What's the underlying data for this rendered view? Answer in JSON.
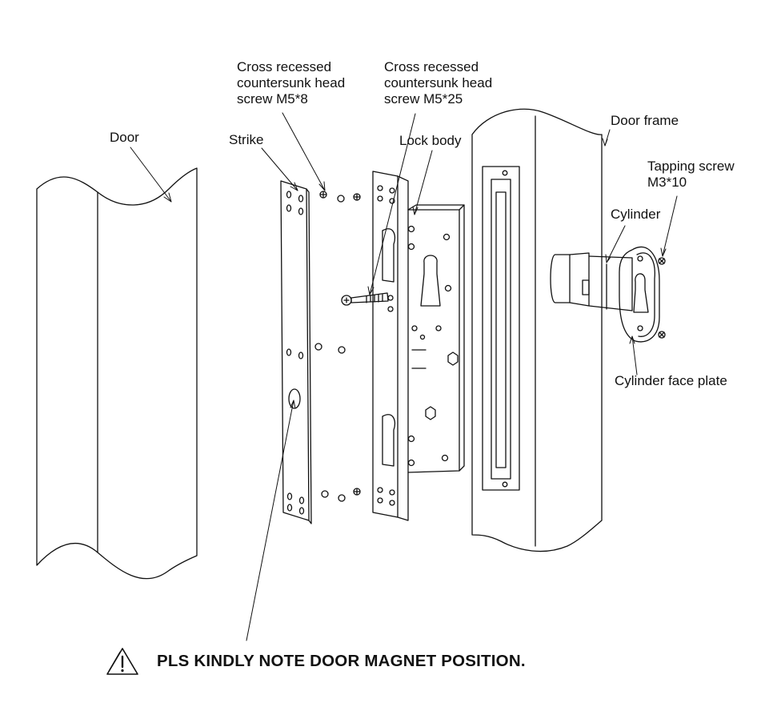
{
  "labels": {
    "door": "Door",
    "strike": "Strike",
    "screw_m5x8": [
      "Cross recessed",
      "countersunk head",
      "screw M5*8"
    ],
    "screw_m5x25": [
      "Cross recessed",
      "countersunk head",
      "screw M5*25"
    ],
    "lock_body": "Lock body",
    "door_frame": "Door frame",
    "tapping_screw": [
      "Tapping screw",
      "M3*10"
    ],
    "cylinder": "Cylinder",
    "cylinder_face_plate": "Cylinder face plate"
  },
  "warning": {
    "icon": "warning-triangle-icon",
    "text": "PLS KINDLY NOTE DOOR MAGNET POSITION."
  }
}
